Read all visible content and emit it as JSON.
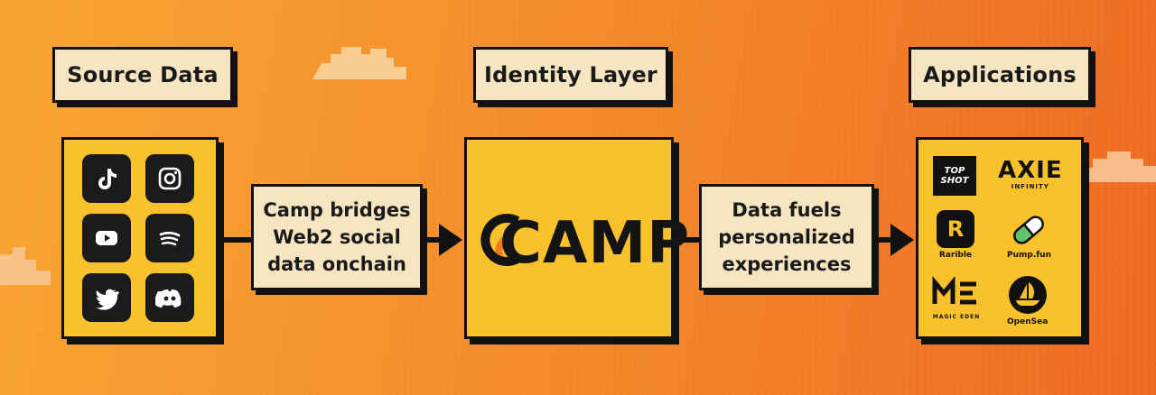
{
  "labels": {
    "source": "Source Data",
    "identity": "Identity Layer",
    "applications": "Applications"
  },
  "notes": {
    "bridge": [
      "Camp bridges",
      "Web2 social",
      "data onchain"
    ],
    "fuels": [
      "Data fuels",
      "personalized",
      "experiences"
    ]
  },
  "camp": {
    "wordmark": "CAMP"
  },
  "source_icons": [
    "tiktok-icon",
    "instagram-icon",
    "youtube-icon",
    "spotify-icon",
    "twitter-icon",
    "discord-icon"
  ],
  "apps": {
    "topshot": "TOP SHOT",
    "axie": "AXIE",
    "axie_sub": "INFINITY",
    "rarible": "Rarible",
    "pumpfun": "Pump.fun",
    "magiceden": "MAGIC EDEN",
    "opensea": "OpenSea"
  },
  "colors": {
    "panel": "#f9c12c",
    "label_bg": "#f6e5c1",
    "outline": "#111111",
    "background_start": "#f7a531",
    "background_end": "#ee6a22"
  }
}
